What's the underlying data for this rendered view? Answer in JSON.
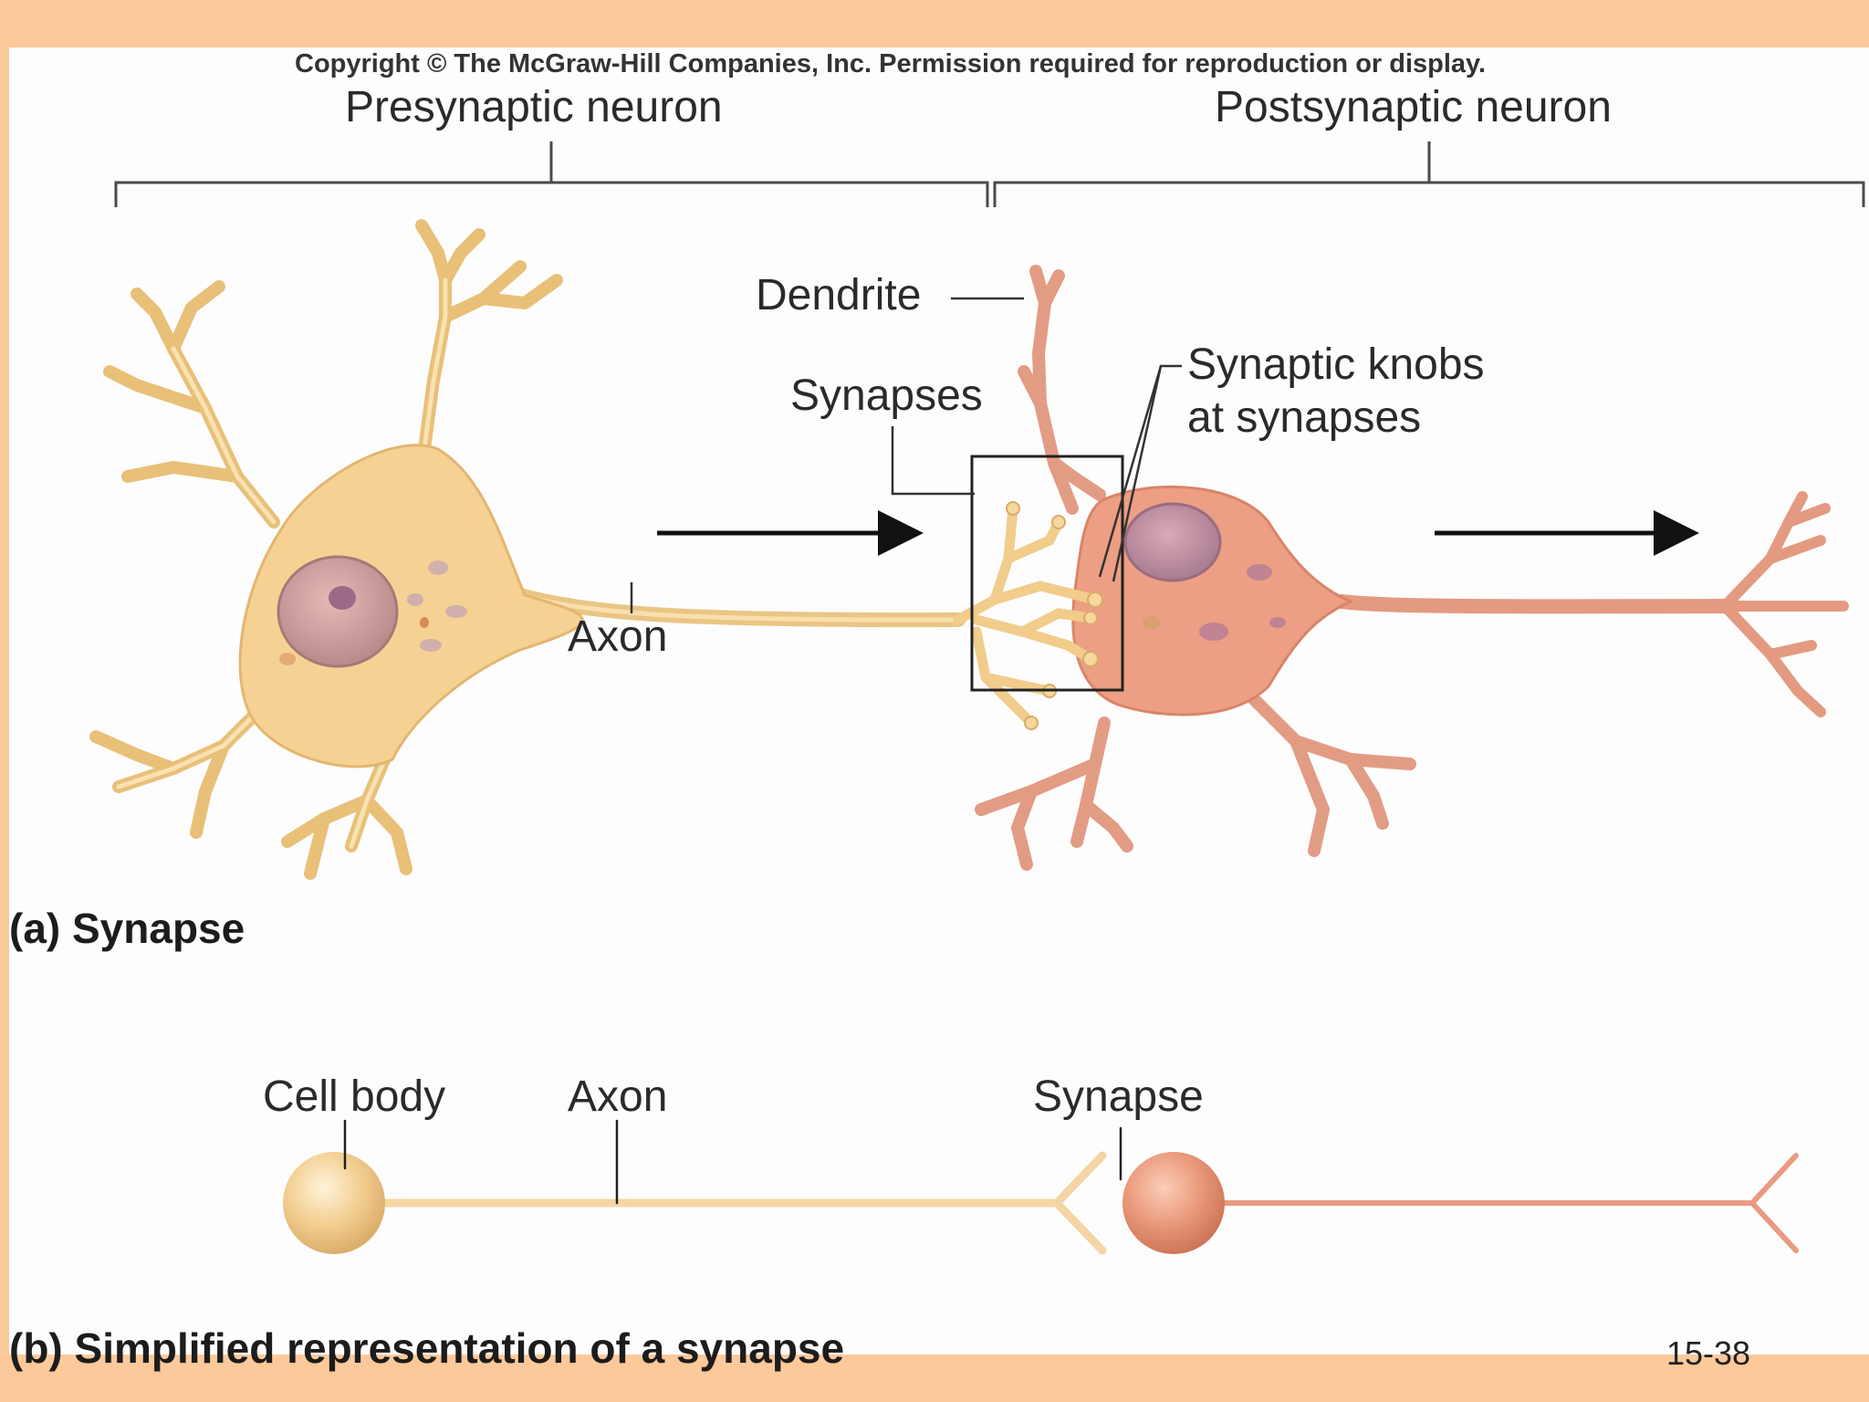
{
  "copyright": "Copyright © The McGraw-Hill Companies, Inc. Permission required for reproduction or display.",
  "labels": {
    "presynaptic": "Presynaptic neuron",
    "postsynaptic": "Postsynaptic neuron",
    "dendrite": "Dendrite",
    "synapses": "Synapses",
    "synaptic_knobs_line1": "Synaptic knobs",
    "synaptic_knobs_line2": "at synapses",
    "axon": "Axon",
    "cell_body": "Cell body",
    "axon_b": "Axon",
    "synapse_b": "Synapse"
  },
  "captions": {
    "a": "(a) Synapse",
    "b": "(b) Simplified representation of a synapse"
  },
  "slide_number": "15-38",
  "colors": {
    "background": "#fcc99b",
    "panel": "#fdfdfe",
    "presynaptic_fill": "#f7d69a",
    "postsynaptic_fill": "#ec9f84",
    "leader_line": "#333333"
  }
}
